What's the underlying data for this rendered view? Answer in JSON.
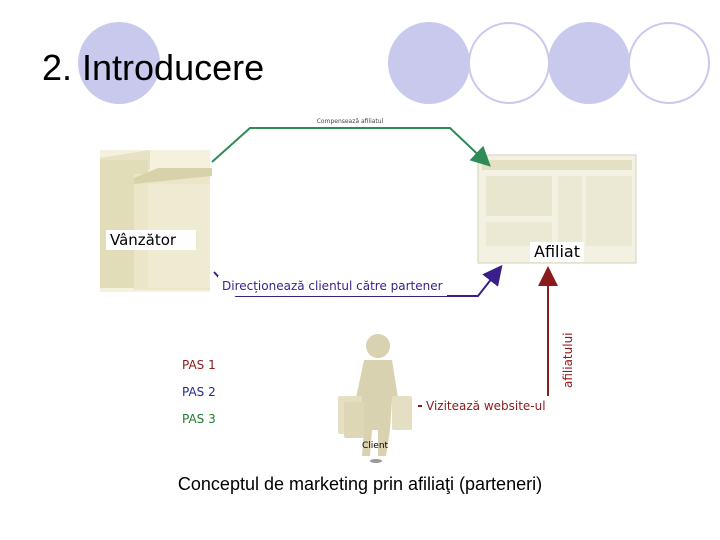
{
  "slide": {
    "title": "2. Introducere",
    "caption": "Conceptul de marketing prin afiliaţi (parteneri)"
  },
  "diagram": {
    "top_arrow_label": "Compensează afiliatul",
    "vendor_label": "Vânzător",
    "affiliate_label": "Afiliat",
    "redirect_label": "Direcționează clientul către partener",
    "vertical_label": "afiliatului",
    "visit_label": "Vizitează website-ul",
    "client_label": "Client",
    "steps": [
      {
        "label": "PAS 1",
        "color": "#8b1a1a"
      },
      {
        "label": "PAS 2",
        "color": "#1f2e8a"
      },
      {
        "label": "PAS 3",
        "color": "#1f7a2e"
      }
    ],
    "colors": {
      "arrow_green": "#2e8b57",
      "arrow_purple": "#3a1f8a",
      "arrow_red": "#8b1a1a",
      "decor_circle": "#c9c9ee"
    }
  }
}
